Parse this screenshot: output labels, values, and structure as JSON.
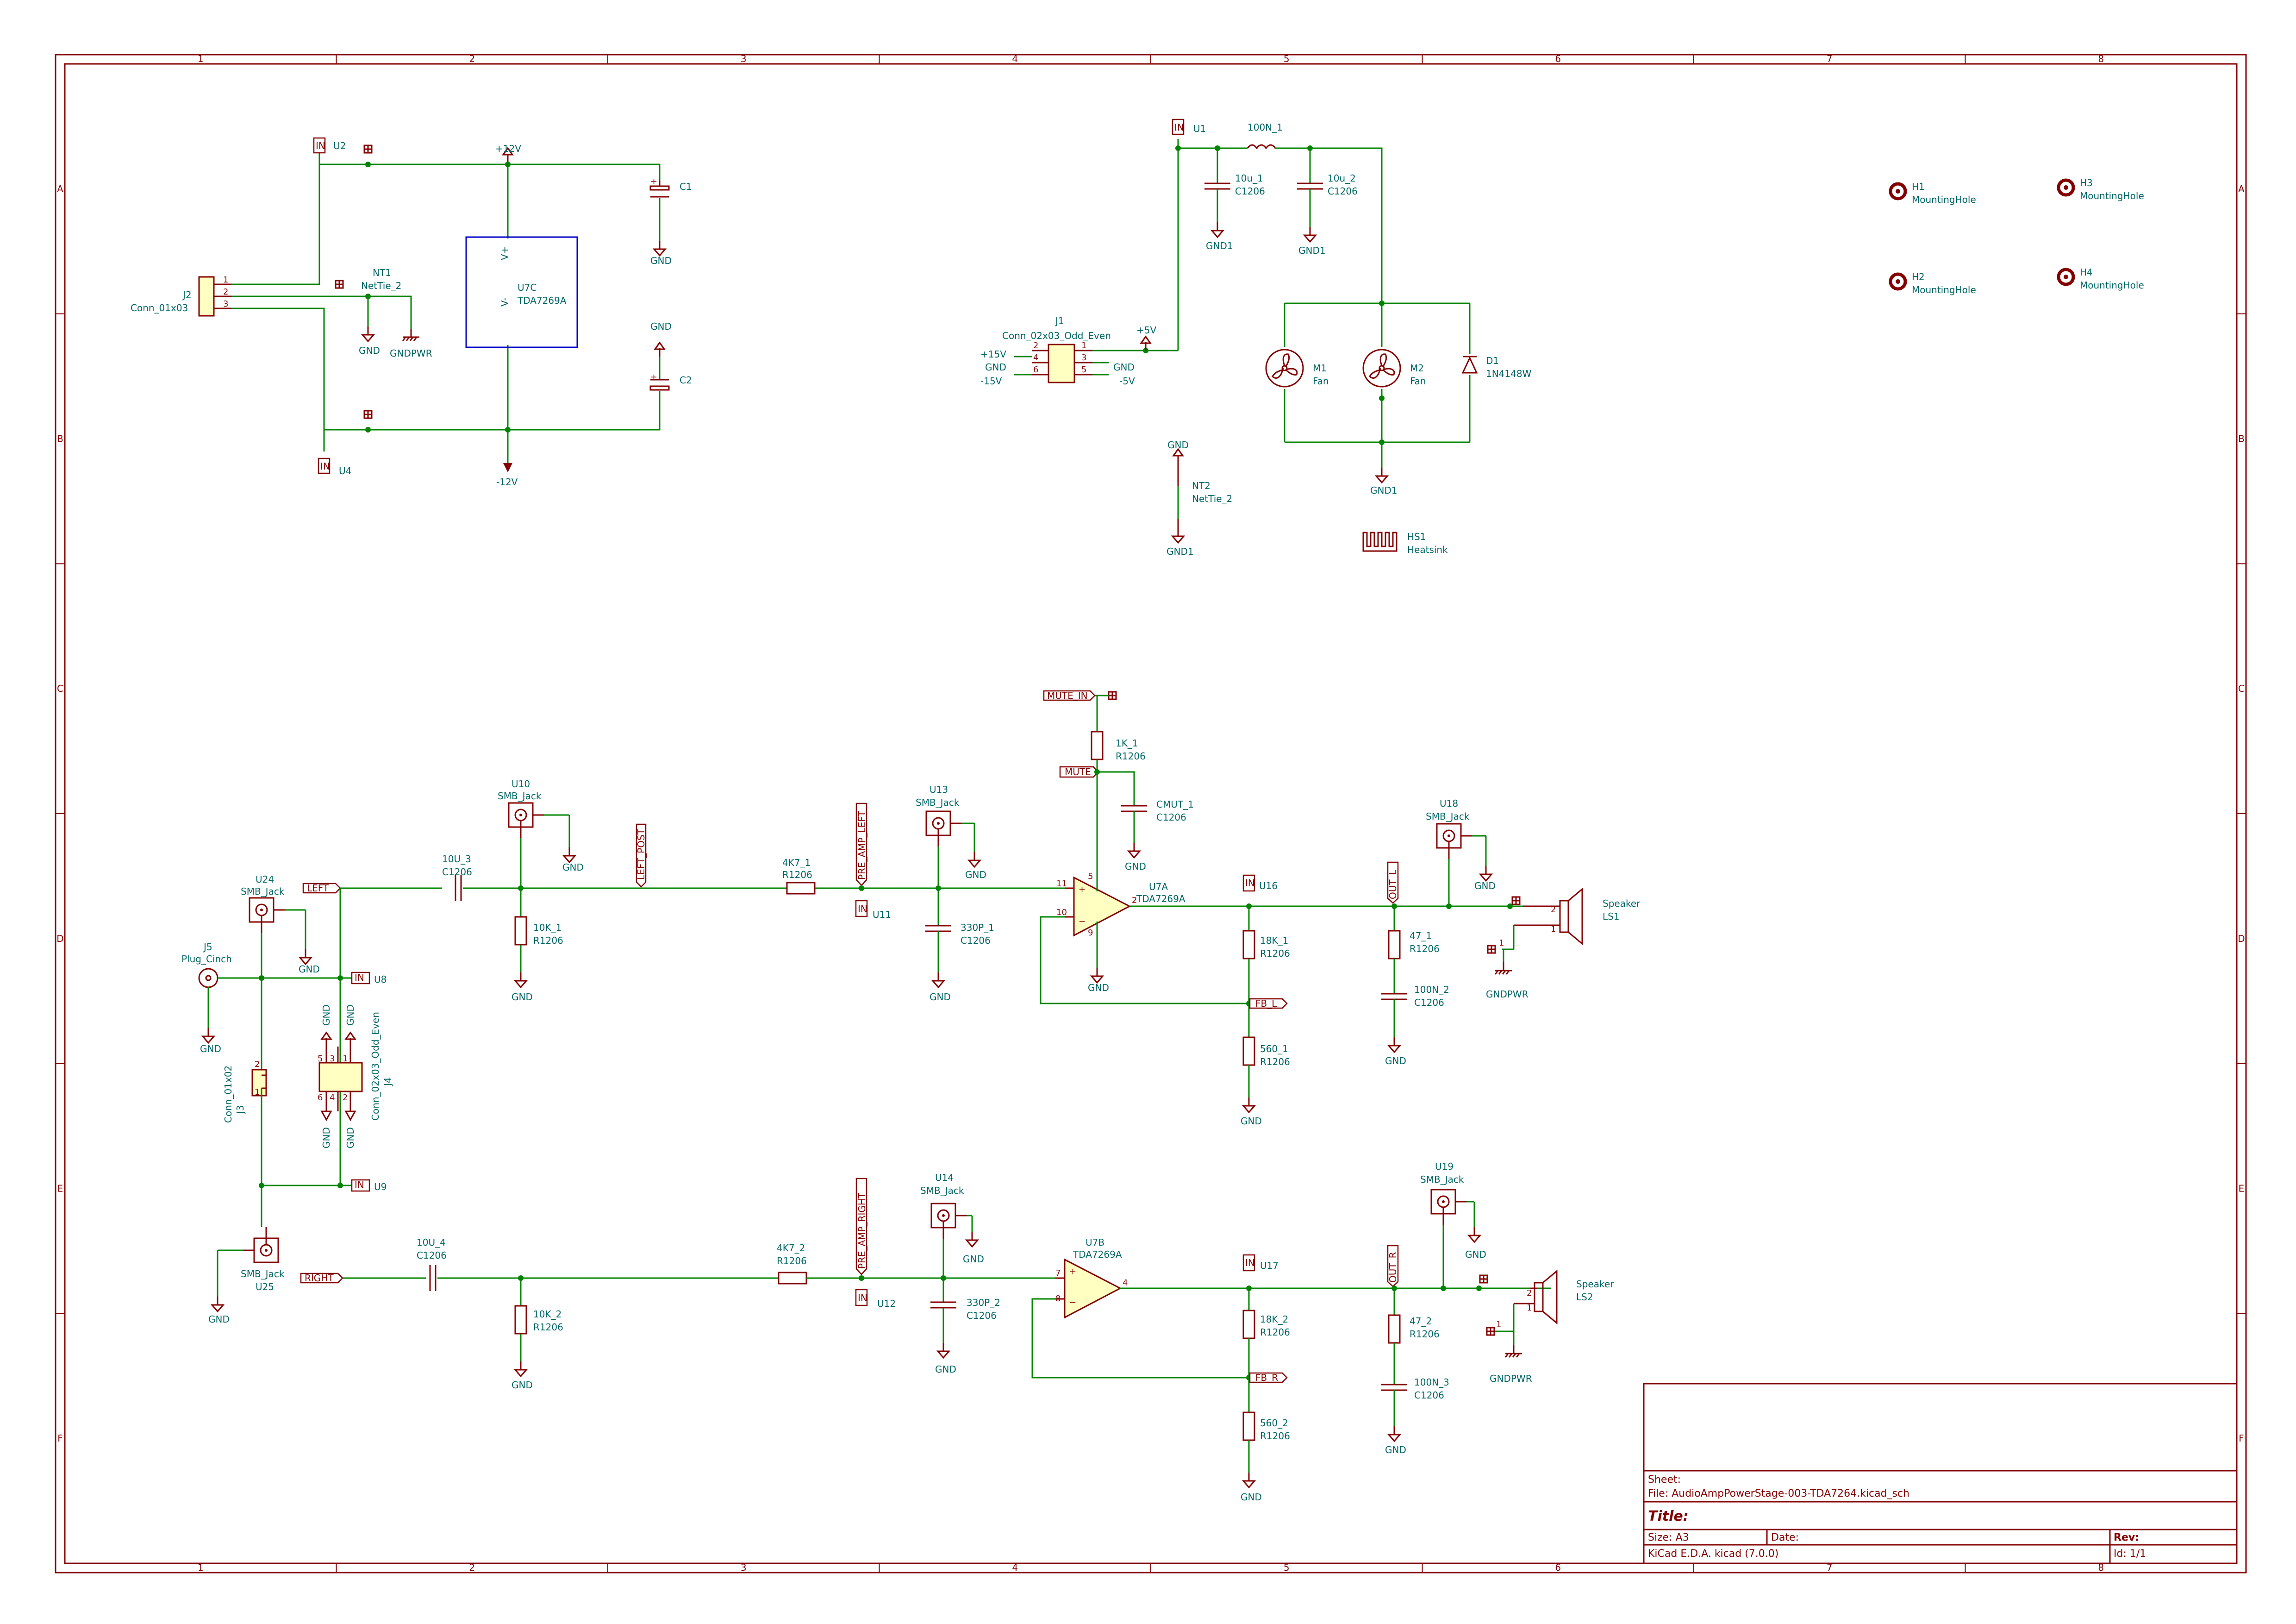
{
  "frame": {
    "columns": [
      "1",
      "2",
      "3",
      "4",
      "5",
      "6",
      "7",
      "8"
    ],
    "rows": [
      "A",
      "B",
      "C",
      "D",
      "E",
      "F"
    ]
  },
  "title_block": {
    "sheet": "Sheet:",
    "file": "File: AudioAmpPowerStage-003-TDA7264.kicad_sch",
    "title": "Title:",
    "size": "Size: A3",
    "date": "Date:",
    "rev": "Rev:",
    "tool": "KiCad E.D.A.  kicad (7.0.0)",
    "id": "Id: 1/1"
  },
  "power_section": {
    "u2": "U2",
    "u4": "U4",
    "u7c": "U7C",
    "u7c_value": "TDA7269A",
    "plus12": "+12V",
    "minus12": "-12V",
    "c1": "C1",
    "c2": "C2",
    "gnd": "GND",
    "j2": "J2",
    "j2_value": "Conn_01x03",
    "nt1": "NT1",
    "nt1_value": "NetTie_2",
    "gndpwr": "GNDPWR",
    "in": "IN",
    "vplus": "V+",
    "vminus": "V-"
  },
  "fan_section": {
    "u1": "U1",
    "l1": "100N_1",
    "c_a": "10u_1",
    "c_a_fp": "C1206",
    "c_b": "10u_2",
    "c_b_fp": "C1206",
    "gnd1": "GND1",
    "m1": "M1",
    "m1_value": "Fan",
    "m2": "M2",
    "m2_value": "Fan",
    "d1": "D1",
    "d1_value": "1N4148W",
    "j1": "J1",
    "j1_value": "Conn_02x03_Odd_Even",
    "p15": "+15V",
    "m15": "-15V",
    "p5": "+5V",
    "m5": "-5V",
    "gnd": "GND",
    "nt2": "NT2",
    "nt2_value": "NetTie_2",
    "hs1": "HS1",
    "hs1_value": "Heatsink"
  },
  "holes": [
    {
      "ref": "H1",
      "value": "MountingHole"
    },
    {
      "ref": "H2",
      "value": "MountingHole"
    },
    {
      "ref": "H3",
      "value": "MountingHole"
    },
    {
      "ref": "H4",
      "value": "MountingHole"
    }
  ],
  "left_channel": {
    "in_label": "LEFT",
    "u24": "U24",
    "smb": "SMB_Jack",
    "j5": "J5",
    "j5_value": "Plug_Cinch",
    "u8": "U8",
    "cap": "10U_3",
    "cap_fp": "C1206",
    "u10": "U10",
    "r10k": "10K_1",
    "r_fp": "R1206",
    "post": "LEFT_POST",
    "r4k7": "4K7_1",
    "pre": "PRE_AMP_LEFT",
    "u11": "U11",
    "u13": "U13",
    "c330": "330P_1",
    "c330_fp": "C1206",
    "mute_in": "MUTE_IN",
    "mute": "MUTE",
    "r1k": "1K_1",
    "cmut": "CMUT_1",
    "u7a": "U7A",
    "u7a_value": "TDA7269A",
    "u16": "U16",
    "r18k": "18K_1",
    "r560": "560_1",
    "fb": "FB_L",
    "out": "OUT_L",
    "r47": "47_1",
    "c100n": "100N_2",
    "u18": "U18",
    "ls": "LS1",
    "ls_value": "Speaker",
    "gndpwr": "GNDPWR",
    "gnd": "GND"
  },
  "right_channel": {
    "in_label": "RIGHT",
    "u25": "U25",
    "smb": "SMB_Jack",
    "u9": "U9",
    "cap": "10U_4",
    "cap_fp": "C1206",
    "r10k": "10K_2",
    "r_fp": "R1206",
    "r4k7": "4K7_2",
    "pre": "PRE_AMP_RIGHT",
    "u12": "U12",
    "u14": "U14",
    "c330": "330P_2",
    "c330_fp": "C1206",
    "u7b": "U7B",
    "u7b_value": "TDA7269A",
    "u17": "U17",
    "r18k": "18K_2",
    "r560": "560_2",
    "fb": "FB_R",
    "out": "OUT_R",
    "r47": "47_2",
    "c100n": "100N_3",
    "u19": "U19",
    "ls": "LS2",
    "ls_value": "Speaker",
    "gndpwr": "GNDPWR",
    "gnd": "GND"
  },
  "connectors": {
    "j3": "J3",
    "j3_value": "Conn_01x02",
    "j4": "J4",
    "j4_value": "Conn_02x03_Odd_Even"
  }
}
